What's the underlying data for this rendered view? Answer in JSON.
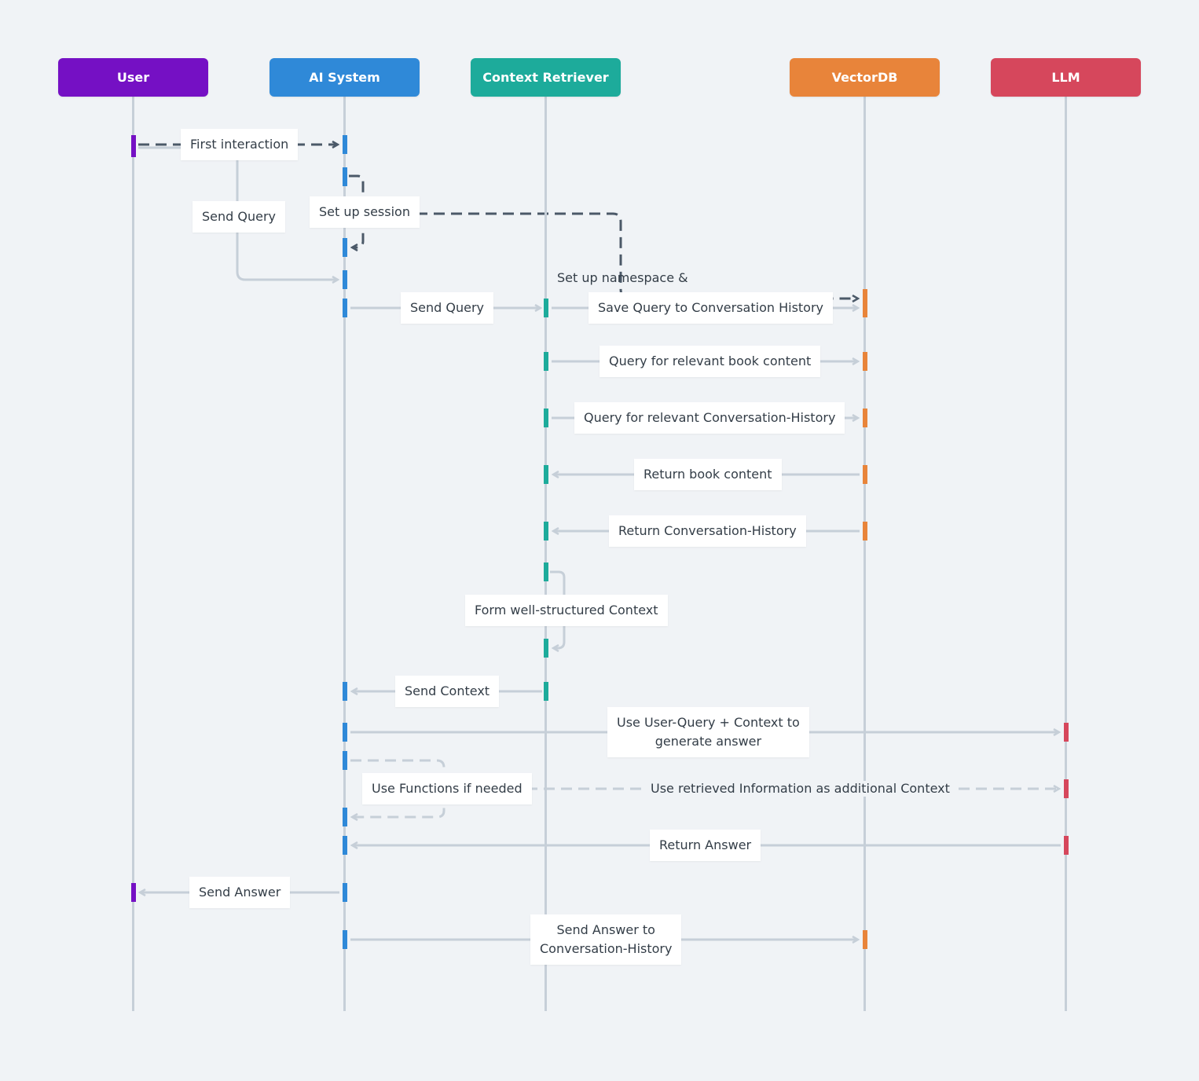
{
  "participants": [
    {
      "id": "user",
      "label": "User",
      "color": "#7510c4"
    },
    {
      "id": "ai",
      "label": "AI System",
      "color": "#2f89d8"
    },
    {
      "id": "retriever",
      "label": "Context Retriever",
      "color": "#1dab9b"
    },
    {
      "id": "vectordb",
      "label": "VectorDB",
      "color": "#e8843a"
    },
    {
      "id": "llm",
      "label": "LLM",
      "color": "#d6475c"
    }
  ],
  "messages": {
    "first_interaction": "First interaction",
    "send_query_user": "Send Query",
    "set_up_session": "Set up session",
    "set_up_namespace": "Set up namespace &",
    "send_query_ai": "Send Query",
    "save_query": "Save Query to Conversation History",
    "query_book": "Query for relevant book content",
    "query_history": "Query for relevant Conversation-History",
    "return_book": "Return book content",
    "return_history": "Return Conversation-History",
    "form_context": "Form well-structured Context",
    "send_context": "Send Context",
    "use_query_line1": "Use User-Query + Context to",
    "use_query_line2": "generate answer",
    "use_functions": "Use Functions if needed",
    "use_retrieved": "Use retrieved Information as additional Context",
    "return_answer": "Return Answer",
    "send_answer": "Send Answer",
    "send_answer_history_line1": "Send Answer to",
    "send_answer_history_line2": "Conversation-History"
  },
  "colors": {
    "lifeline": "#c6cfd8",
    "arrow_solid": "#c6cfd8",
    "arrow_dark_dashed": "#4b5968",
    "background": "#f0f3f6"
  }
}
